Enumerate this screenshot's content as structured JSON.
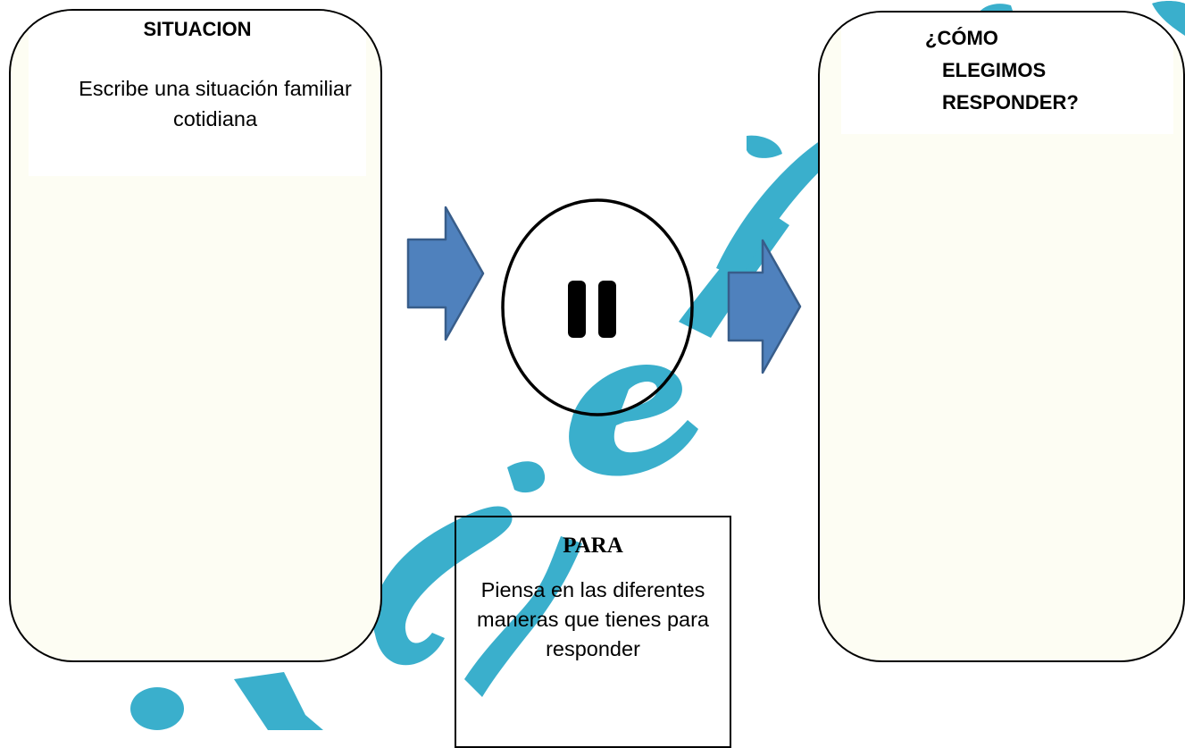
{
  "situation_card": {
    "title": "SITUACION",
    "text": "Escribe una situación familiar cotidiana"
  },
  "response_card": {
    "title_lines": [
      "¿CÓMO",
      "ELEGIMOS",
      "RESPONDER?"
    ]
  },
  "stop_box": {
    "title": "PARA",
    "text": "Piensa en las diferentes maneras que tienes para responder"
  },
  "colors": {
    "arrow_fill": "#4f81bd",
    "arrow_stroke": "#385d8a",
    "watermark": "#3aafcc",
    "card_fill": "#fdfdf3"
  },
  "icons": [
    "right-arrow-icon",
    "pause-icon"
  ]
}
